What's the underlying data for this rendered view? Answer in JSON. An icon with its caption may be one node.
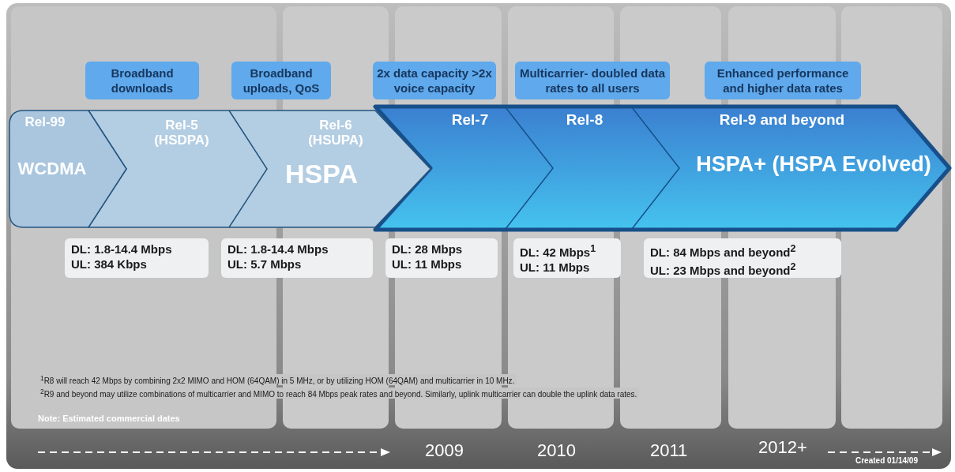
{
  "diagram": {
    "nodes": [
      {
        "text": [
          "Rel-99",
          "WCDMA"
        ]
      },
      {
        "text": [
          "HSPA"
        ]
      },
      {
        "text": [
          "Rel-5 (HSDPA)"
        ],
        "in": 1
      },
      {
        "text": [
          "Rel-6 (HSUPA)"
        ],
        "in": 1
      },
      {
        "text": [
          "HSPA+ (HSPA Evolved)"
        ]
      },
      {
        "text": [
          "Rel-7"
        ],
        "in": 4
      },
      {
        "text": [
          "Rel-8"
        ],
        "in": 4
      },
      {
        "text": [
          "Rel-9 and beyond"
        ],
        "in": 4
      },
      {
        "text": [
          "Broadband downloads"
        ]
      },
      {
        "text": [
          "Broadband uploads, QoS"
        ]
      },
      {
        "text": [
          "2x data capacity >2x voice capacity"
        ]
      },
      {
        "text": [
          "Multicarrier- doubled data rates to all users"
        ]
      },
      {
        "text": [
          "Enhanced performance and higher data rates"
        ]
      },
      {
        "text": [
          "DL: 1.8-14.4 Mbps",
          "UL: 384 Kbps"
        ]
      },
      {
        "text": [
          "DL: 1.8-14.4 Mbps",
          "UL: 5.7 Mbps"
        ]
      },
      {
        "text": [
          "DL: 28 Mbps",
          "UL: 11 Mbps"
        ]
      },
      {
        "text": [
          "DL: 42 Mbps$^{1}$",
          "UL: 11 Mbps"
        ]
      },
      {
        "text": [
          "DL: 84 Mbps and beyond$^{2}$",
          "UL: 23 Mbps and beyond$^{2}$"
        ]
      }
    ],
    "edges": [],
    "labels": [
      "$^{1}$R8 will reach 42 Mbps by combining 2x2 MIMO and HOM (64QAM) in 5 MHz, or by utilizing HOM (64QAM) and multicarrier in 10 MHz.",
      "$^{2}$R9 and beyond may utilize combinations of multicarrier and MIMO to reach 84 Mbps peak rates and beyond. Similarly, uplink multicarrier can double the uplink data rates.",
      "Note: Estimated commercial dates",
      "2009",
      "2010",
      "2011",
      "2012+",
      "Created 01/14/09"
    ]
  }
}
